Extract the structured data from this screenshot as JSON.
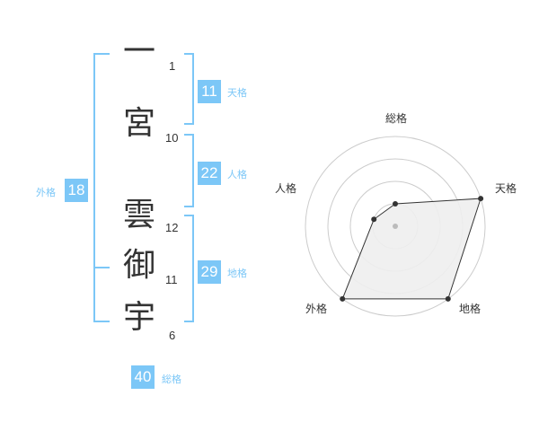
{
  "name": {
    "characters": [
      {
        "char": "一",
        "strokes": "1"
      },
      {
        "char": "宮",
        "strokes": "10"
      },
      {
        "char": "雲",
        "strokes": "12"
      },
      {
        "char": "御",
        "strokes": "11"
      },
      {
        "char": "宇",
        "strokes": "6"
      }
    ]
  },
  "kaku": {
    "tenkaku": {
      "value": "11",
      "label": "天格"
    },
    "jinkaku": {
      "value": "22",
      "label": "人格"
    },
    "chikaku": {
      "value": "29",
      "label": "地格"
    },
    "gaikaku": {
      "value": "18",
      "label": "外格"
    },
    "soukaku": {
      "value": "40",
      "label": "総格"
    }
  },
  "radar": {
    "axes": [
      "総格",
      "天格",
      "地格",
      "外格",
      "人格"
    ],
    "levels": 4,
    "max": 4,
    "values": [
      1,
      4,
      4,
      4,
      1
    ],
    "colors": {
      "fill": "#eeeeee",
      "stroke": "#333333",
      "ring": "#cccccc",
      "center": "#bbbbbb"
    }
  },
  "colors": {
    "accent": "#7cc7f7",
    "text": "#333333"
  }
}
